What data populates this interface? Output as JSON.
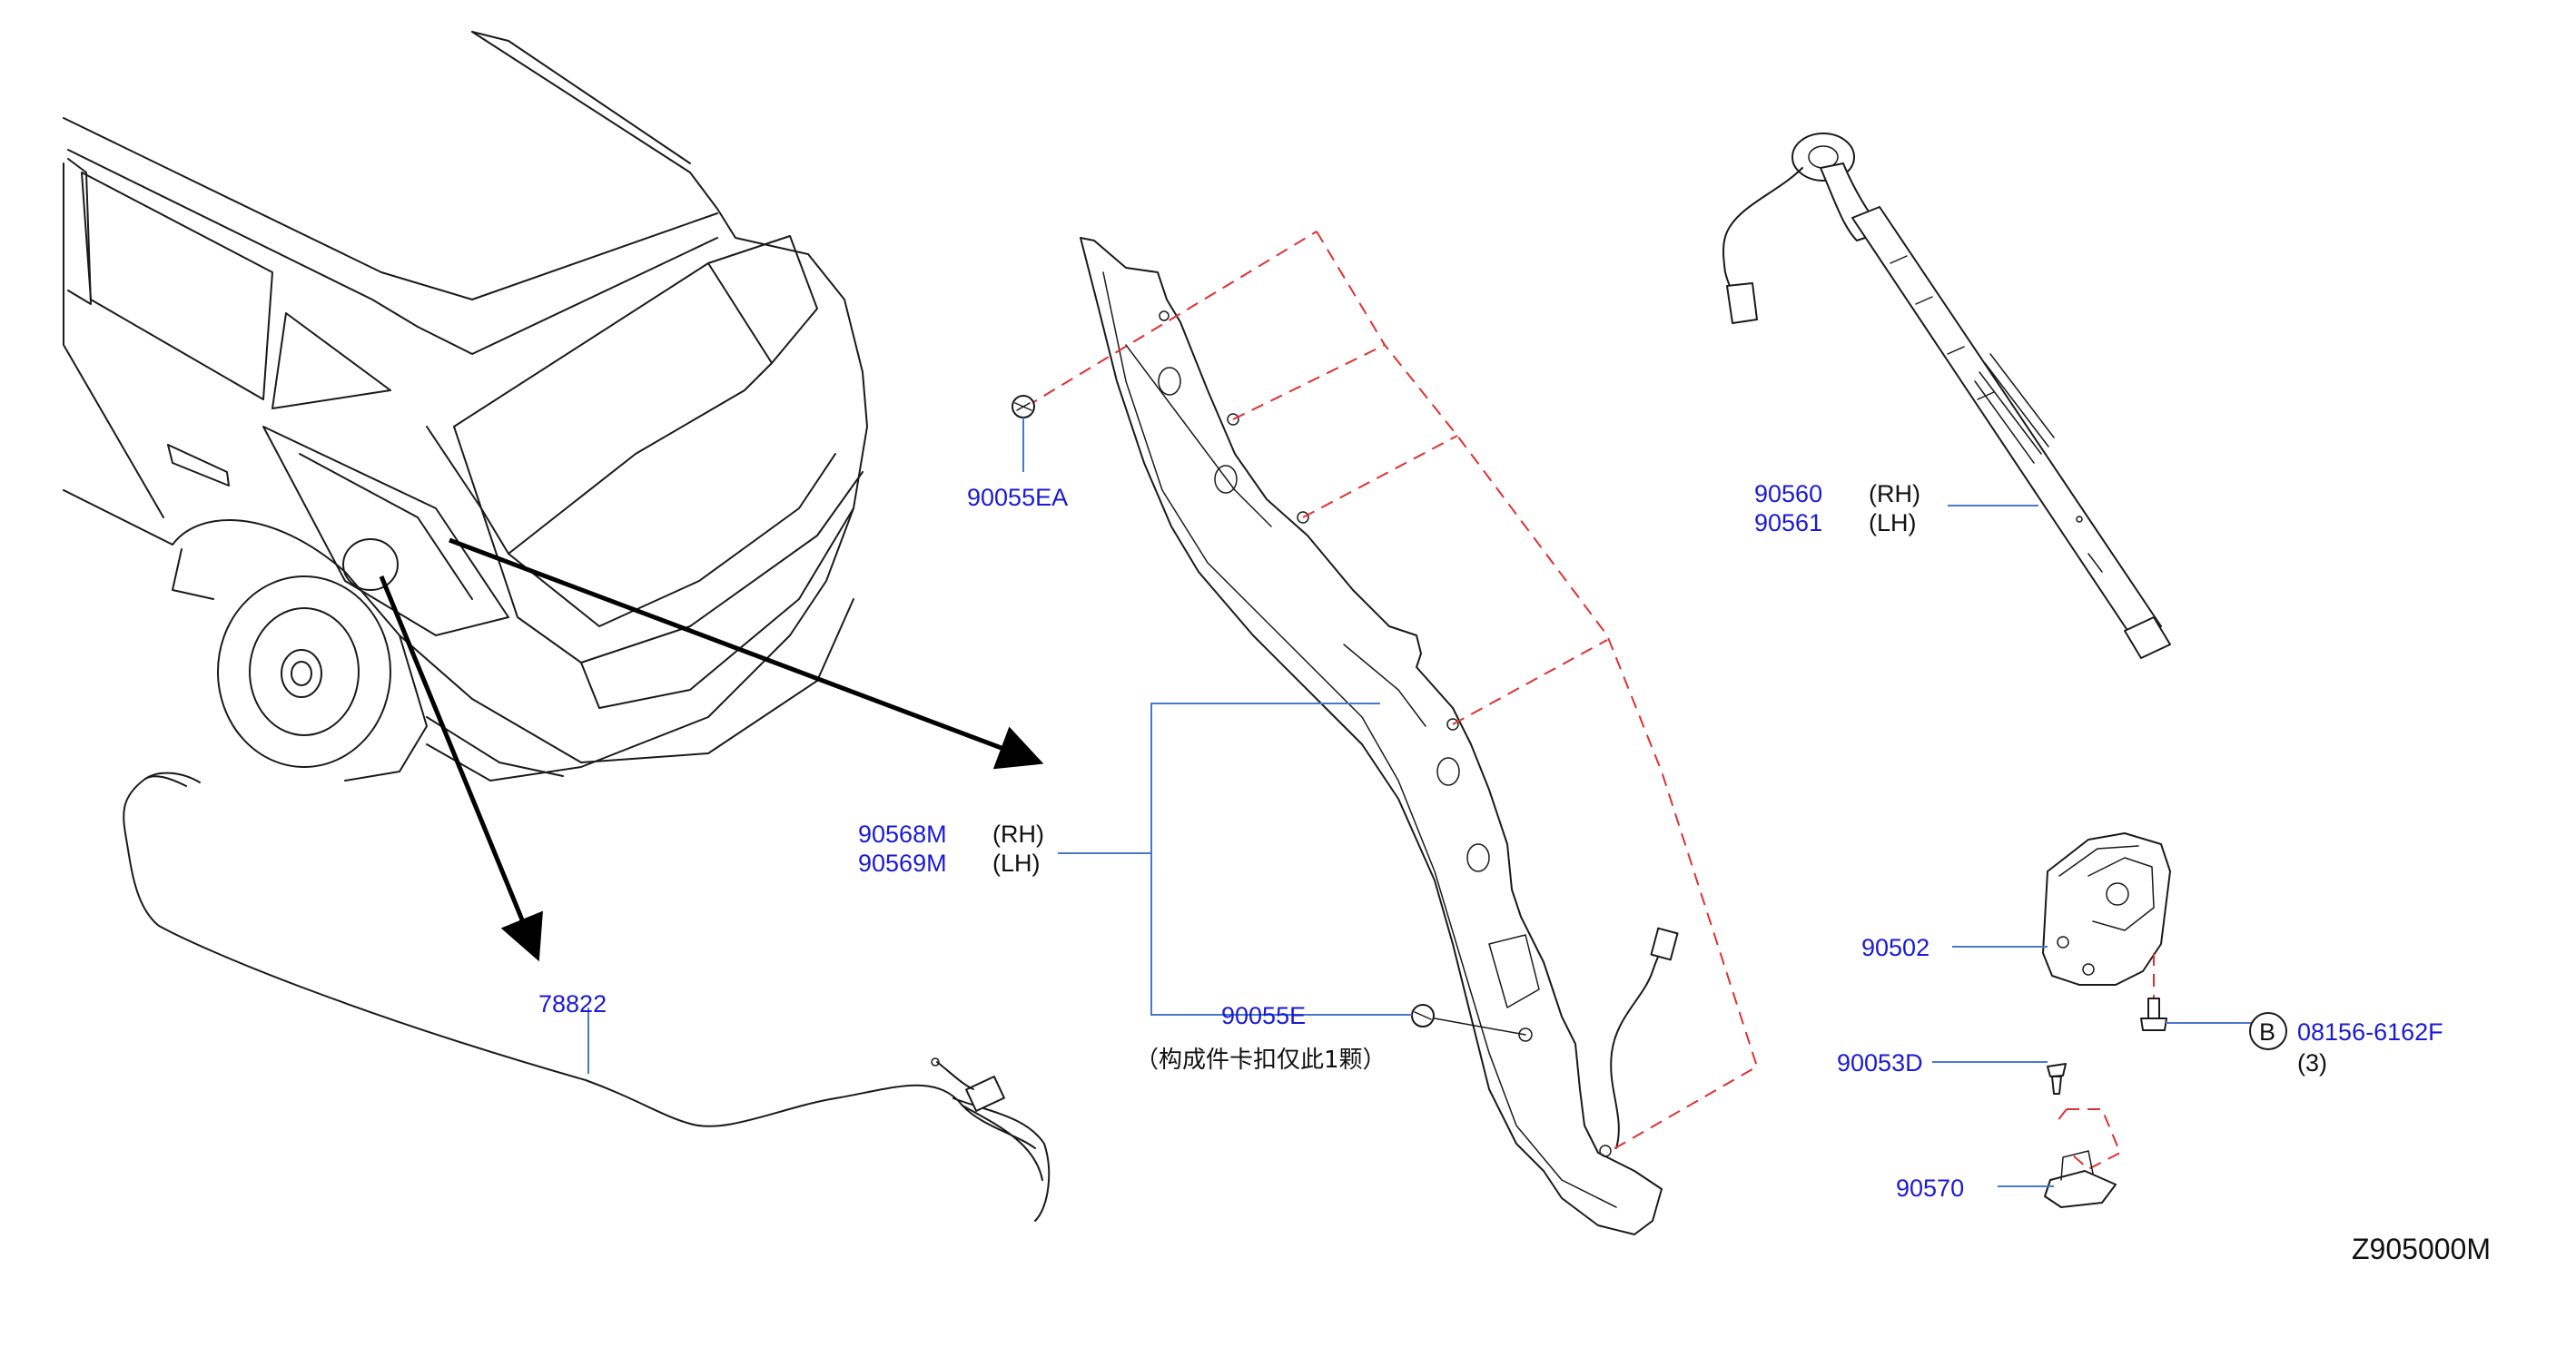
{
  "labels": {
    "p90055EA": "90055EA",
    "p90560": "90560",
    "p90560_side": "(RH)",
    "p90561": "90561",
    "p90561_side": "(LH)",
    "p90568M": "90568M",
    "p90568M_side": "(RH)",
    "p90569M": "90569M",
    "p90569M_side": "(LH)",
    "p90055E": "90055E",
    "note": "（构成件卡扣仅此1颗）",
    "p78822": "78822",
    "p90502": "90502",
    "p90053D": "90053D",
    "p08156": "08156-6162F",
    "p08156_qty": "(3)",
    "p90570": "90570",
    "callout_b": "B",
    "diagram_code": "Z905000M"
  },
  "colors": {
    "part_number": "#1a1ad6",
    "leader": "#4a78c8",
    "dashed_guide": "#e03030",
    "drawing": "#1a1a1a"
  }
}
